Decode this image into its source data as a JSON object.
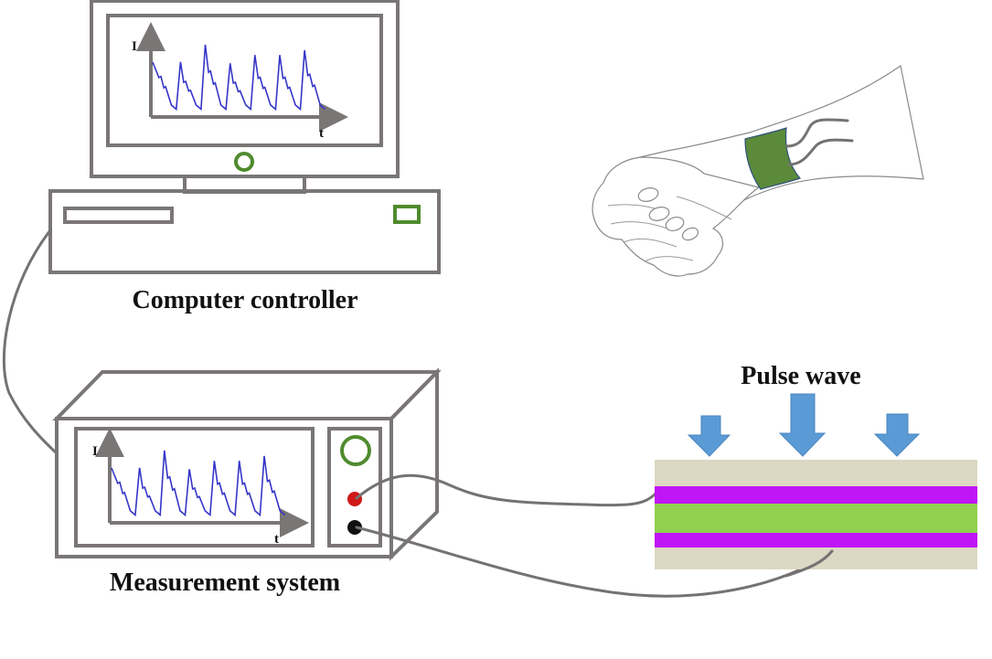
{
  "labels": {
    "computer": "Computer controller",
    "measurement": "Measurement system",
    "pulse": "Pulse wave"
  },
  "plot_axes": {
    "y": "I",
    "x": "t"
  },
  "colors": {
    "frame": "#7a7676",
    "signal": "#3535c8",
    "indicator_green": "#4f8b2e",
    "terminal_red": "#d01818",
    "terminal_black": "#111111",
    "arrow": "#5b9bd5",
    "layer_outer": "#ddd8c4",
    "layer_electrode": "#c015f5",
    "layer_core": "#92d050",
    "sensor_patch": "#5a8a3a"
  },
  "sensor_layers": [
    "outer",
    "electrode",
    "core",
    "electrode",
    "outer"
  ],
  "pulse_arrows": [
    "small",
    "large",
    "small"
  ]
}
